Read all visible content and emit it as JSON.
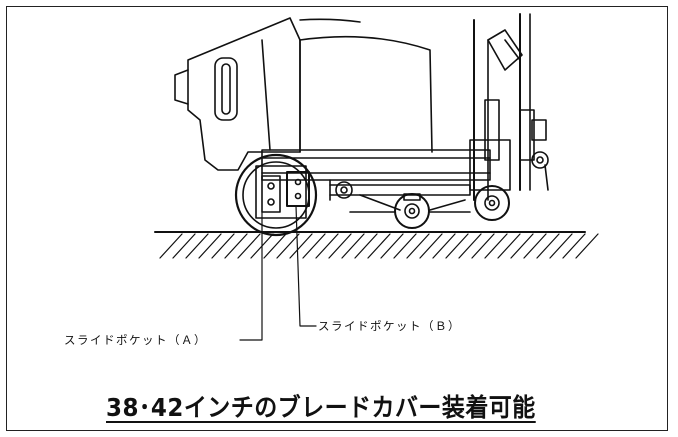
{
  "labels": {
    "slide_pocket_a": "スライドポケット（Ａ）",
    "slide_pocket_b": "スライドポケット（Ｂ）"
  },
  "caption": "38･42インチのブレードカバー装着可能",
  "colors": {
    "line": "#111111",
    "background": "#ffffff"
  }
}
